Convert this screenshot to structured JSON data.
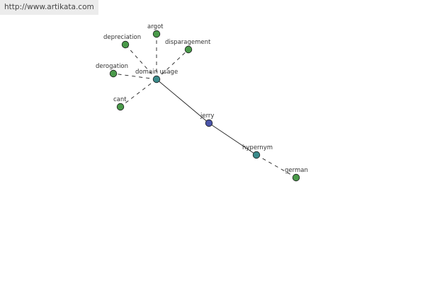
{
  "watermark": "http://www.artikata.com",
  "nodes": [
    {
      "id": "argot",
      "label": "argot",
      "color": "#4a9a4a"
    },
    {
      "id": "depreciation",
      "label": "depreciation",
      "color": "#4a9a4a"
    },
    {
      "id": "disparagement",
      "label": "disparagement",
      "color": "#4a9a4a"
    },
    {
      "id": "derogation",
      "label": "derogation",
      "color": "#4a9a4a"
    },
    {
      "id": "domain_usage",
      "label": "domain usage",
      "color": "#3a8a8a"
    },
    {
      "id": "cant",
      "label": "cant",
      "color": "#4a9a4a"
    },
    {
      "id": "jerry",
      "label": "jerry",
      "color": "#4a55aa"
    },
    {
      "id": "hypernym",
      "label": "hypernym",
      "color": "#3a8a8a"
    },
    {
      "id": "german",
      "label": "german",
      "color": "#4a9a4a"
    }
  ],
  "edges": [
    {
      "from": "domain_usage",
      "to": "argot",
      "style": "dashed"
    },
    {
      "from": "domain_usage",
      "to": "depreciation",
      "style": "dashed"
    },
    {
      "from": "domain_usage",
      "to": "disparagement",
      "style": "dashed"
    },
    {
      "from": "domain_usage",
      "to": "derogation",
      "style": "dashed"
    },
    {
      "from": "domain_usage",
      "to": "cant",
      "style": "dashed"
    },
    {
      "from": "domain_usage",
      "to": "jerry",
      "style": "solid"
    },
    {
      "from": "jerry",
      "to": "hypernym",
      "style": "solid"
    },
    {
      "from": "hypernym",
      "to": "german",
      "style": "dashed"
    }
  ]
}
